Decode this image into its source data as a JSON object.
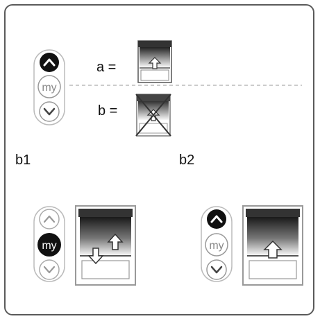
{
  "top": {
    "remote": {
      "up_icon": "chevron-up-icon",
      "my_label": "my",
      "down_icon": "chevron-down-icon"
    },
    "a_label": "a =",
    "b_label": "b ="
  },
  "sections": [
    {
      "label": "b1",
      "remote_my_label": "my"
    },
    {
      "label": "b2",
      "remote_my_label": "my"
    }
  ],
  "colors": {
    "active_button": "#111111",
    "inactive_ring": "#aaaaaa",
    "outline": "#444444"
  }
}
